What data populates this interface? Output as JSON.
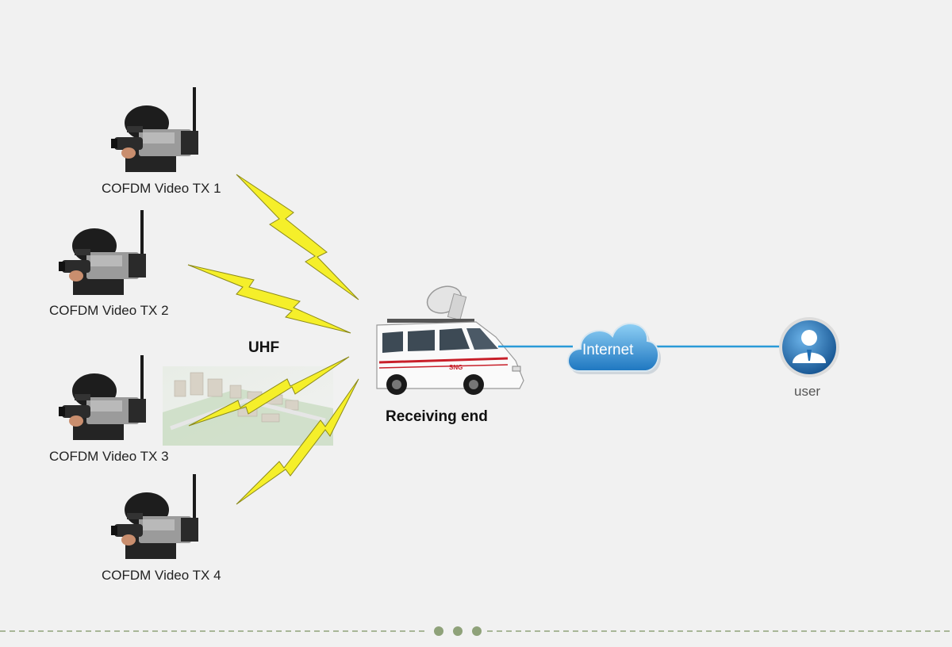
{
  "transmitters": [
    {
      "label": "COFDM Video TX 1"
    },
    {
      "label": "COFDM Video TX 2"
    },
    {
      "label": "COFDM Video TX 3"
    },
    {
      "label": "COFDM Video TX 4"
    }
  ],
  "band_label": "UHF",
  "receiver": {
    "label": "Receiving end",
    "van_text": "SNG"
  },
  "cloud": {
    "label": "Internet"
  },
  "user": {
    "label": "user"
  },
  "colors": {
    "background": "#f1f1f1",
    "bolt": "#f5ef2a",
    "link": "#2a9ad8",
    "cloud": "#3c9ad8",
    "user_icon": "#1f6db3",
    "divider": "#8fa27a"
  },
  "icons": [
    "camera-operator-icon",
    "lightning-bolt-icon",
    "city-map-icon",
    "sng-van-icon",
    "satellite-dish-icon",
    "cloud-icon",
    "user-icon"
  ]
}
